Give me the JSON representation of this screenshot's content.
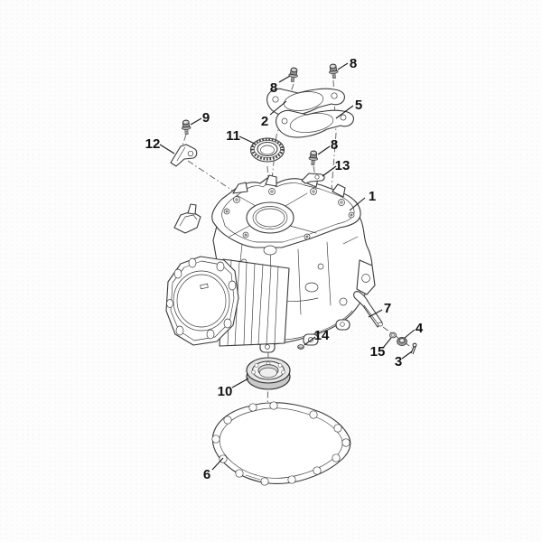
{
  "colors": {
    "background": "#fdfdfd",
    "line": "#3a3a3a",
    "label": "#111111",
    "metal": "#9c9c9c",
    "metal_light": "#cfcfcf",
    "bearing": "#e6e6e6"
  },
  "callouts": {
    "part1": "1",
    "part2": "2",
    "part3": "3",
    "part4": "4",
    "part5": "5",
    "part6": "6",
    "part7": "7",
    "part8_top_left": "8",
    "part8_top_right": "8",
    "part8_mid": "8",
    "part9": "9",
    "part10": "10",
    "part11": "11",
    "part12": "12",
    "part13": "13",
    "part14": "14",
    "part15": "15"
  }
}
